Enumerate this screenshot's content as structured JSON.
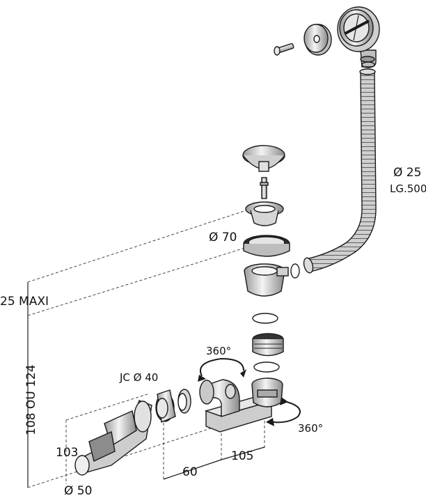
{
  "labels": {
    "diameter_70": "Ø 70",
    "diameter_25": "Ø 25",
    "length_500": "LG.500",
    "max_25": "25 MAXI",
    "range_108_124": "108 OU 124",
    "rotation_top": "360°",
    "rotation_right": "360°",
    "jc_40": "JC Ø 40",
    "dim_103": "103",
    "dim_60": "60",
    "dim_105": "105",
    "diameter_50": "Ø 50"
  },
  "colors": {
    "line": "#1a1a1a",
    "part_fill": "#d9d9d9",
    "part_light": "#efefef",
    "part_dark": "#8c8c8c"
  }
}
